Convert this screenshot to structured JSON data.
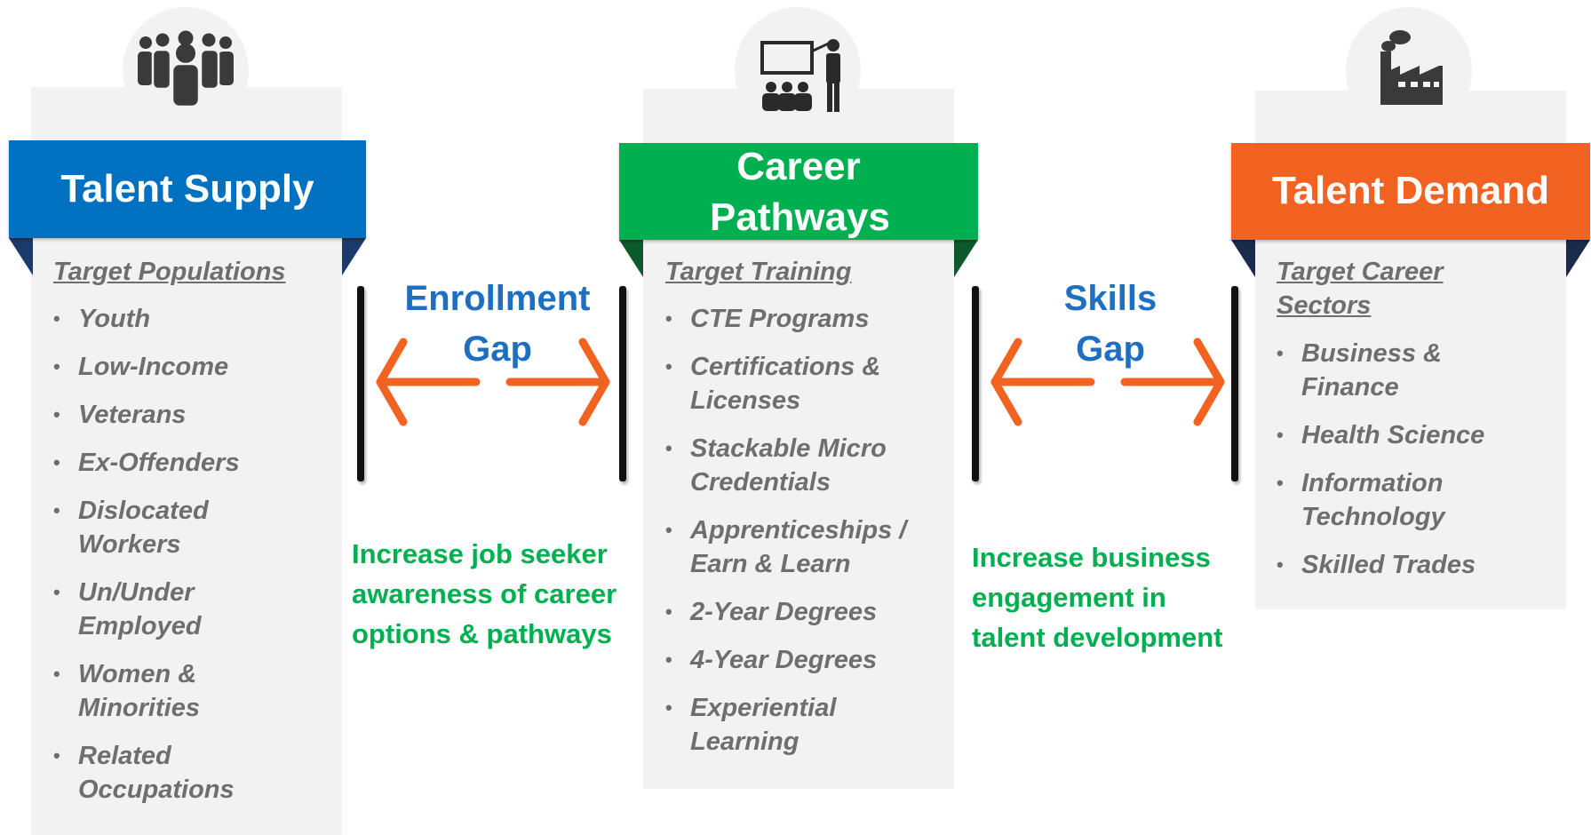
{
  "columns": {
    "supply": {
      "title": "Talent Supply",
      "color": "#0070c0",
      "icon": "people-group-icon",
      "heading": "Target Populations",
      "items": [
        "Youth",
        "Low-Income",
        "Veterans",
        "Ex-Offenders",
        "Dislocated Workers",
        "Un/Under Employed",
        "Women & Minorities",
        "Related Occupations"
      ]
    },
    "pathways": {
      "title": "Career Pathways",
      "color": "#00b050",
      "icon": "presenter-classroom-icon",
      "heading": "Target Training",
      "items": [
        "CTE Programs",
        "Certifications & Licenses",
        "Stackable Micro Credentials",
        "Apprenticeships / Earn & Learn",
        "2-Year Degrees",
        "4-Year Degrees",
        "Experiential Learning"
      ]
    },
    "demand": {
      "title": "Talent Demand",
      "color": "#f26322",
      "icon": "factory-icon",
      "heading": "Target Career Sectors",
      "items": [
        "Business & Finance",
        "Health Science",
        "Information Technology",
        "Skilled Trades"
      ]
    }
  },
  "gaps": {
    "enrollment": {
      "title_line1": "Enrollment",
      "title_line2": "Gap",
      "description": [
        "Increase job seeker",
        "awareness of career",
        "options & pathways"
      ]
    },
    "skills": {
      "title_line1": "Skills",
      "title_line2": "Gap",
      "description": [
        "Increase business",
        "engagement in",
        "talent development"
      ]
    }
  },
  "colors": {
    "arrow": "#f26322",
    "gap_title": "#1f6fc0",
    "gap_desc": "#00b050",
    "item_text": "#6e6e6e"
  },
  "bullet_glyph": "•"
}
